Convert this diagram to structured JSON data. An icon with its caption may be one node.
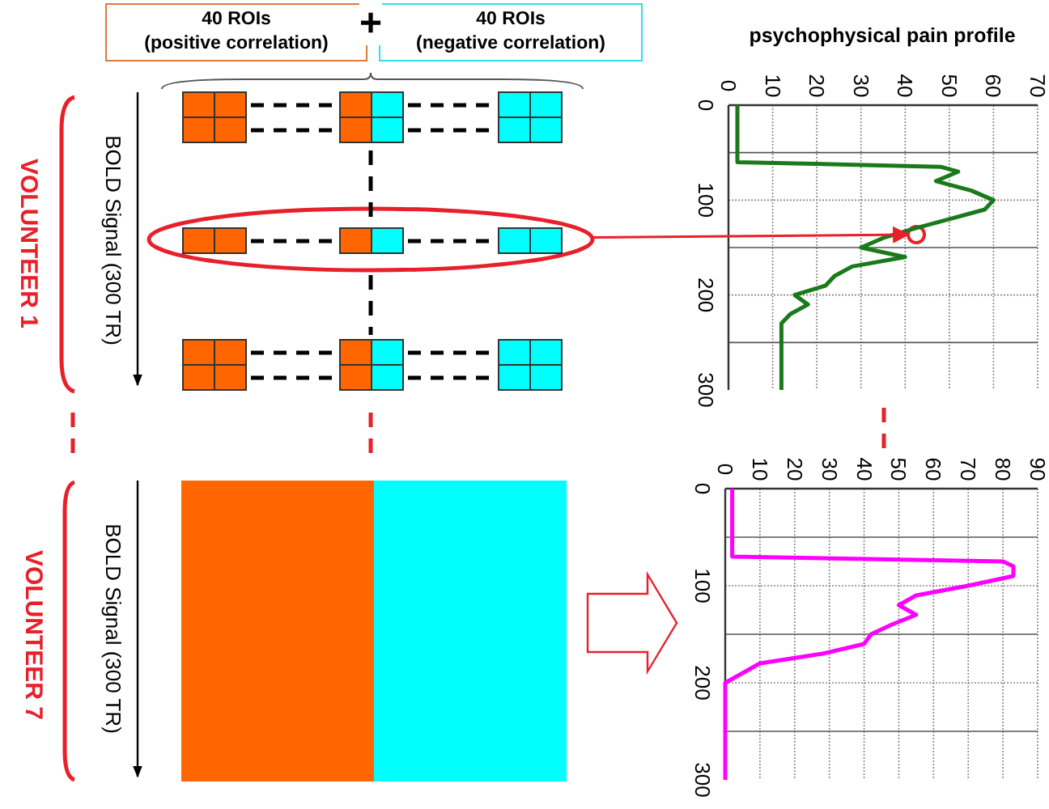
{
  "diagram": {
    "nodes": [
      {
        "text": [
          "40 ROIs",
          "(positive correlation)"
        ]
      },
      {
        "text": [
          "40 ROIs",
          "(negative correlation)"
        ]
      },
      {
        "text": [],
        "shape": "ellipse"
      },
      {
        "text": [],
        "shape": "circle"
      },
      {
        "text": [],
        "shape": "box"
      }
    ],
    "edges": [
      {
        "from": 2,
        "to": 3,
        "arrow": "to"
      },
      {
        "from": 4,
        "to": null,
        "arrow": "to",
        "style": "thick"
      }
    ],
    "labels": [
      "+",
      "VOLUNTEER 1",
      "BOLD Signal (300 TR)",
      "VOLUNTEER 7",
      "BOLD Signal (300 TR)"
    ],
    "chart_data": [
      {
        "type": "line",
        "grid": true,
        "title": "psychophysical pain profile",
        "x": [
          2,
          2,
          2,
          2,
          2,
          2,
          2,
          48,
          52,
          47,
          55,
          60,
          58,
          50,
          42,
          35,
          30,
          40,
          28,
          24,
          22,
          15,
          18,
          14,
          12,
          12,
          12,
          12,
          12,
          12,
          12,
          12
        ],
        "xlim": [
          0,
          70
        ],
        "ylim": [
          300,
          0
        ],
        "xticks": [
          0,
          10,
          20,
          30,
          40,
          50,
          60,
          70
        ],
        "yticks": [
          0,
          100,
          200,
          300
        ],
        "series": [
          {
            "color": "#1a7a1a",
            "values": [
              0,
              10,
              20,
              30,
              40,
              50,
              60,
              65,
              70,
              80,
              90,
              100,
              110,
              120,
              130,
              140,
              150,
              160,
              170,
              180,
              190,
              200,
              210,
              220,
              230,
              240,
              250,
              260,
              270,
              280,
              290,
              300
            ]
          }
        ]
      },
      {
        "type": "line",
        "grid": true,
        "x": [
          2,
          2,
          2,
          2,
          2,
          2,
          2,
          2,
          80,
          83,
          83,
          70,
          55,
          50,
          55,
          48,
          42,
          40,
          28,
          10,
          5,
          0,
          0,
          0,
          0,
          0,
          0,
          0,
          0,
          0,
          0,
          0
        ],
        "xlim": [
          0,
          90
        ],
        "ylim": [
          300,
          0
        ],
        "xticks": [
          0,
          10,
          20,
          30,
          40,
          50,
          60,
          70,
          80,
          90
        ],
        "yticks": [
          0,
          100,
          200,
          300
        ],
        "series": [
          {
            "color": "#ff00ff",
            "values": [
              0,
              10,
              20,
              30,
              40,
              50,
              60,
              70,
              75,
              80,
              90,
              100,
              110,
              120,
              130,
              140,
              150,
              160,
              170,
              180,
              190,
              200,
              210,
              220,
              230,
              240,
              250,
              260,
              270,
              280,
              290,
              300
            ]
          }
        ]
      }
    ]
  }
}
